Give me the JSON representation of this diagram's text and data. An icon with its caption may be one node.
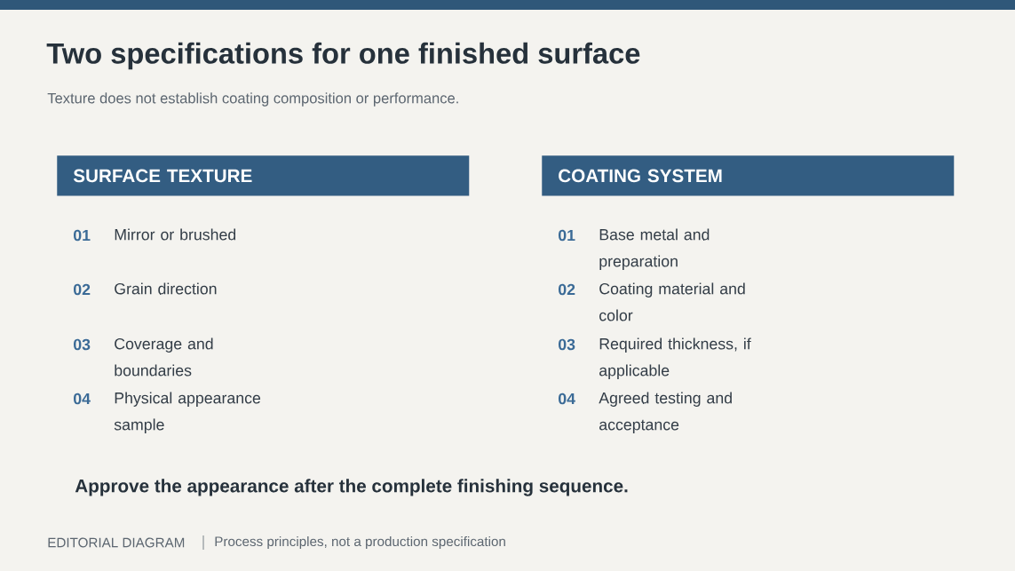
{
  "diagram": {
    "title": "Two specifications for one finished surface",
    "caption": "Texture does not establish coating composition or performance.",
    "nodes": [
      {
        "text": [
          "SURFACE TEXTURE"
        ]
      },
      {
        "text": [
          "COATING SYSTEM"
        ]
      }
    ],
    "edges": [],
    "labels": [
      "01",
      "Mirror or brushed",
      "02",
      "Grain direction",
      "03",
      "Coverage and boundaries",
      "04",
      "Physical appearance sample",
      "01",
      "Base metal and preparation",
      "02",
      "Coating material and color",
      "03",
      "Required thickness, if applicable",
      "04",
      "Agreed testing and acceptance",
      "Approve the appearance after the complete finishing sequence.",
      "EDITORIAL DIAGRAM",
      "Process principles, not a production specification"
    ]
  }
}
